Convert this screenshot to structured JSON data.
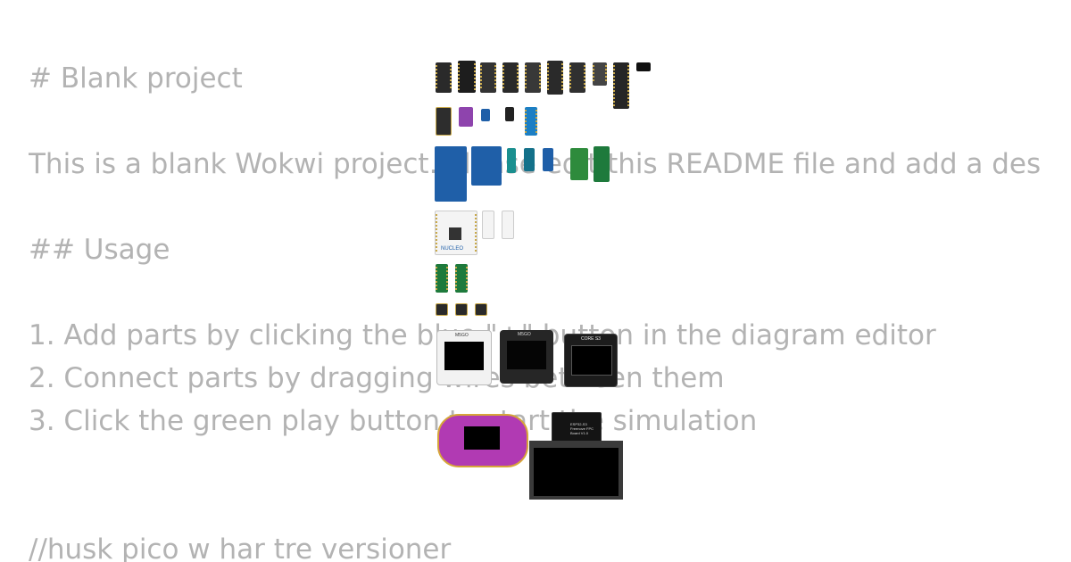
{
  "readme": {
    "lines": [
      "# Blank project",
      "This is a blank Wokwi project. Please edit this README file and add a description of your project.",
      "## Usage",
      "1. Add parts by clicking the blue \"+\" button in the diagram editor",
      "2. Connect parts by dragging wires between them",
      "3. Click the green play button to start the simulation",
      "//husk pico w har tre versioner"
    ]
  },
  "boards": {
    "m5_1_label": "M5GO",
    "m5_2_label": "M5GO",
    "m5_3_label": "CORE S3",
    "esp32_s3_box_label": "ESP32-S3 Freenove FPC Board V1.0",
    "stm32_label": "NUCLEO"
  },
  "colors": {
    "text": "#b3b3b3",
    "board_dark": "#2a2a2a",
    "board_blue": "#1f5fa8",
    "board_green": "#1e7a3c",
    "board_purple": "#8e44ad",
    "board_magenta": "#b13ab3"
  },
  "icons": [
    "esp32-board-icon",
    "arduino-board-icon",
    "pico-board-icon",
    "m5stack-icon"
  ]
}
